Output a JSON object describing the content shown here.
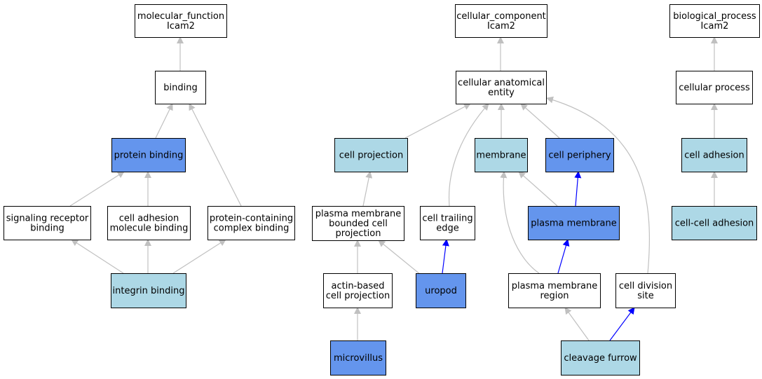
{
  "colors": {
    "white": "#ffffff",
    "light": "#add8e6",
    "dark": "#6495ed",
    "edge_gray": "#c0c0c0",
    "edge_blue": "#0000ff"
  },
  "nodes": [
    {
      "id": "mf",
      "lines": [
        "molecular_function",
        "Icam2"
      ],
      "fill": "white"
    },
    {
      "id": "binding",
      "lines": [
        "binding"
      ],
      "fill": "white"
    },
    {
      "id": "protein_binding",
      "lines": [
        "protein binding"
      ],
      "fill": "dark"
    },
    {
      "id": "signaling",
      "lines": [
        "signaling receptor",
        "binding"
      ],
      "fill": "white"
    },
    {
      "id": "cam_binding",
      "lines": [
        "cell adhesion",
        "molecule binding"
      ],
      "fill": "white"
    },
    {
      "id": "pcc_binding",
      "lines": [
        "protein-containing",
        "complex binding"
      ],
      "fill": "white"
    },
    {
      "id": "integrin",
      "lines": [
        "integrin binding"
      ],
      "fill": "light"
    },
    {
      "id": "cc",
      "lines": [
        "cellular_component",
        "Icam2"
      ],
      "fill": "white"
    },
    {
      "id": "cae",
      "lines": [
        "cellular anatomical",
        "entity"
      ],
      "fill": "white"
    },
    {
      "id": "cell_proj",
      "lines": [
        "cell projection"
      ],
      "fill": "light"
    },
    {
      "id": "membrane",
      "lines": [
        "membrane"
      ],
      "fill": "light"
    },
    {
      "id": "periphery",
      "lines": [
        "cell periphery"
      ],
      "fill": "dark"
    },
    {
      "id": "pmbcp",
      "lines": [
        "plasma membrane",
        "bounded cell",
        "projection"
      ],
      "fill": "white"
    },
    {
      "id": "trailing",
      "lines": [
        "cell trailing",
        "edge"
      ],
      "fill": "white"
    },
    {
      "id": "pm",
      "lines": [
        "plasma membrane"
      ],
      "fill": "dark"
    },
    {
      "id": "actin",
      "lines": [
        "actin-based",
        "cell projection"
      ],
      "fill": "white"
    },
    {
      "id": "uropod",
      "lines": [
        "uropod"
      ],
      "fill": "dark"
    },
    {
      "id": "pmr",
      "lines": [
        "plasma membrane",
        "region"
      ],
      "fill": "white"
    },
    {
      "id": "cds",
      "lines": [
        "cell division",
        "site"
      ],
      "fill": "white"
    },
    {
      "id": "microvillus",
      "lines": [
        "microvillus"
      ],
      "fill": "dark"
    },
    {
      "id": "furrow",
      "lines": [
        "cleavage furrow"
      ],
      "fill": "light"
    },
    {
      "id": "bp",
      "lines": [
        "biological_process",
        "Icam2"
      ],
      "fill": "white"
    },
    {
      "id": "cproc",
      "lines": [
        "cellular process"
      ],
      "fill": "white"
    },
    {
      "id": "cadh",
      "lines": [
        "cell adhesion"
      ],
      "fill": "light"
    },
    {
      "id": "ccadh",
      "lines": [
        "cell-cell adhesion"
      ],
      "fill": "light"
    }
  ],
  "edges": [
    {
      "from": "binding",
      "to": "mf",
      "color": "edge_gray"
    },
    {
      "from": "protein_binding",
      "to": "binding",
      "color": "edge_gray"
    },
    {
      "from": "pcc_binding",
      "to": "binding",
      "color": "edge_gray"
    },
    {
      "from": "signaling",
      "to": "protein_binding",
      "color": "edge_gray"
    },
    {
      "from": "cam_binding",
      "to": "protein_binding",
      "color": "edge_gray"
    },
    {
      "from": "integrin",
      "to": "signaling",
      "color": "edge_gray"
    },
    {
      "from": "integrin",
      "to": "cam_binding",
      "color": "edge_gray"
    },
    {
      "from": "integrin",
      "to": "pcc_binding",
      "color": "edge_gray"
    },
    {
      "from": "cae",
      "to": "cc",
      "color": "edge_gray"
    },
    {
      "from": "cell_proj",
      "to": "cae",
      "color": "edge_gray"
    },
    {
      "from": "trailing",
      "to": "cae",
      "color": "edge_gray"
    },
    {
      "from": "membrane",
      "to": "cae",
      "color": "edge_gray"
    },
    {
      "from": "periphery",
      "to": "cae",
      "color": "edge_gray"
    },
    {
      "from": "cds",
      "to": "cae",
      "color": "edge_gray"
    },
    {
      "from": "pmbcp",
      "to": "cell_proj",
      "color": "edge_gray"
    },
    {
      "from": "pm",
      "to": "membrane",
      "color": "edge_gray"
    },
    {
      "from": "pm",
      "to": "periphery",
      "color": "edge_blue"
    },
    {
      "from": "pmr",
      "to": "membrane",
      "color": "edge_gray"
    },
    {
      "from": "pmr",
      "to": "pm",
      "color": "edge_blue"
    },
    {
      "from": "actin",
      "to": "pmbcp",
      "color": "edge_gray"
    },
    {
      "from": "uropod",
      "to": "pmbcp",
      "color": "edge_gray"
    },
    {
      "from": "uropod",
      "to": "trailing",
      "color": "edge_blue"
    },
    {
      "from": "microvillus",
      "to": "actin",
      "color": "edge_gray"
    },
    {
      "from": "furrow",
      "to": "pmr",
      "color": "edge_gray"
    },
    {
      "from": "furrow",
      "to": "cds",
      "color": "edge_blue"
    },
    {
      "from": "cproc",
      "to": "bp",
      "color": "edge_gray"
    },
    {
      "from": "cadh",
      "to": "cproc",
      "color": "edge_gray"
    },
    {
      "from": "ccadh",
      "to": "cadh",
      "color": "edge_gray"
    }
  ]
}
